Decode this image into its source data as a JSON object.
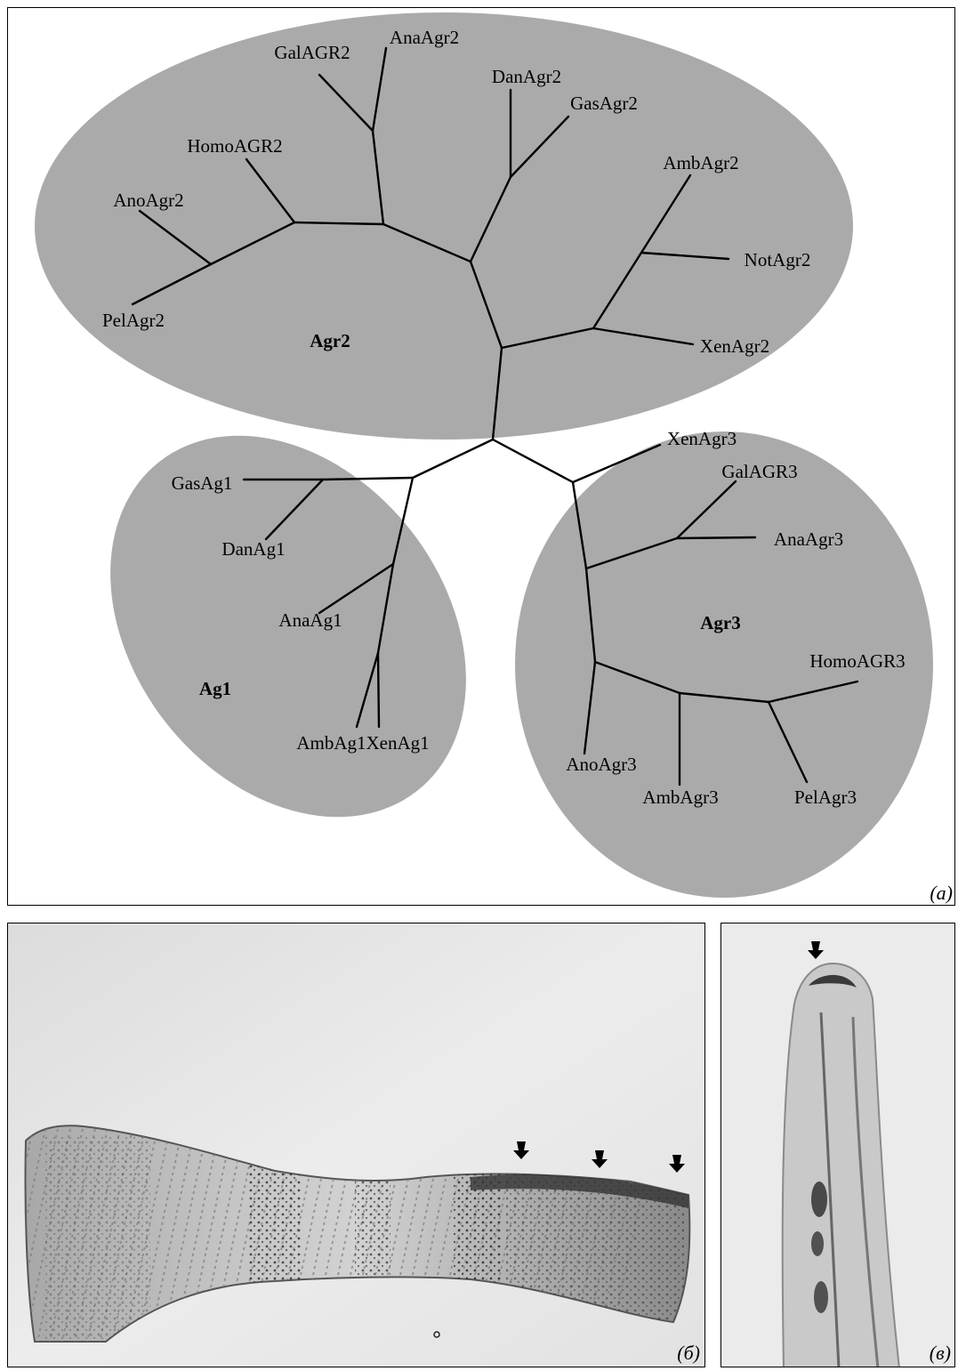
{
  "panel_a": {
    "label": "(a)",
    "clusters": {
      "agr2": "Agr2",
      "ag1": "Ag1",
      "agr3": "Agr3"
    },
    "leaves": {
      "galagr2": "GalAGR2",
      "anaagr2": "AnaAgr2",
      "danagr2": "DanAgr2",
      "gasagr2": "GasAgr2",
      "homoagr2": "HomoAGR2",
      "ambagr2": "AmbAgr2",
      "anoagr2": "AnoAgr2",
      "notagr2": "NotAgr2",
      "pelagr2": "PelAgr2",
      "xenagr2": "XenAgr2",
      "gasag1": "GasAg1",
      "danag1": "DanAg1",
      "anaag1": "AnaAg1",
      "ambag1xenag1": "AmbAg1XenAg1",
      "xenagr3": "XenAgr3",
      "galagr3": "GalAGR3",
      "anaagr3": "AnaAgr3",
      "homoagr3": "HomoAGR3",
      "anoagr3": "AnoAgr3",
      "ambagr3": "AmbAgr3",
      "pelagr3": "PelAgr3"
    },
    "colors": {
      "cluster_fill": "#aaaaaa",
      "branch": "#000000"
    }
  },
  "panel_b": {
    "label": "(б)",
    "arrow_count": 3
  },
  "panel_c": {
    "label": "(в)",
    "arrow_count": 1
  }
}
